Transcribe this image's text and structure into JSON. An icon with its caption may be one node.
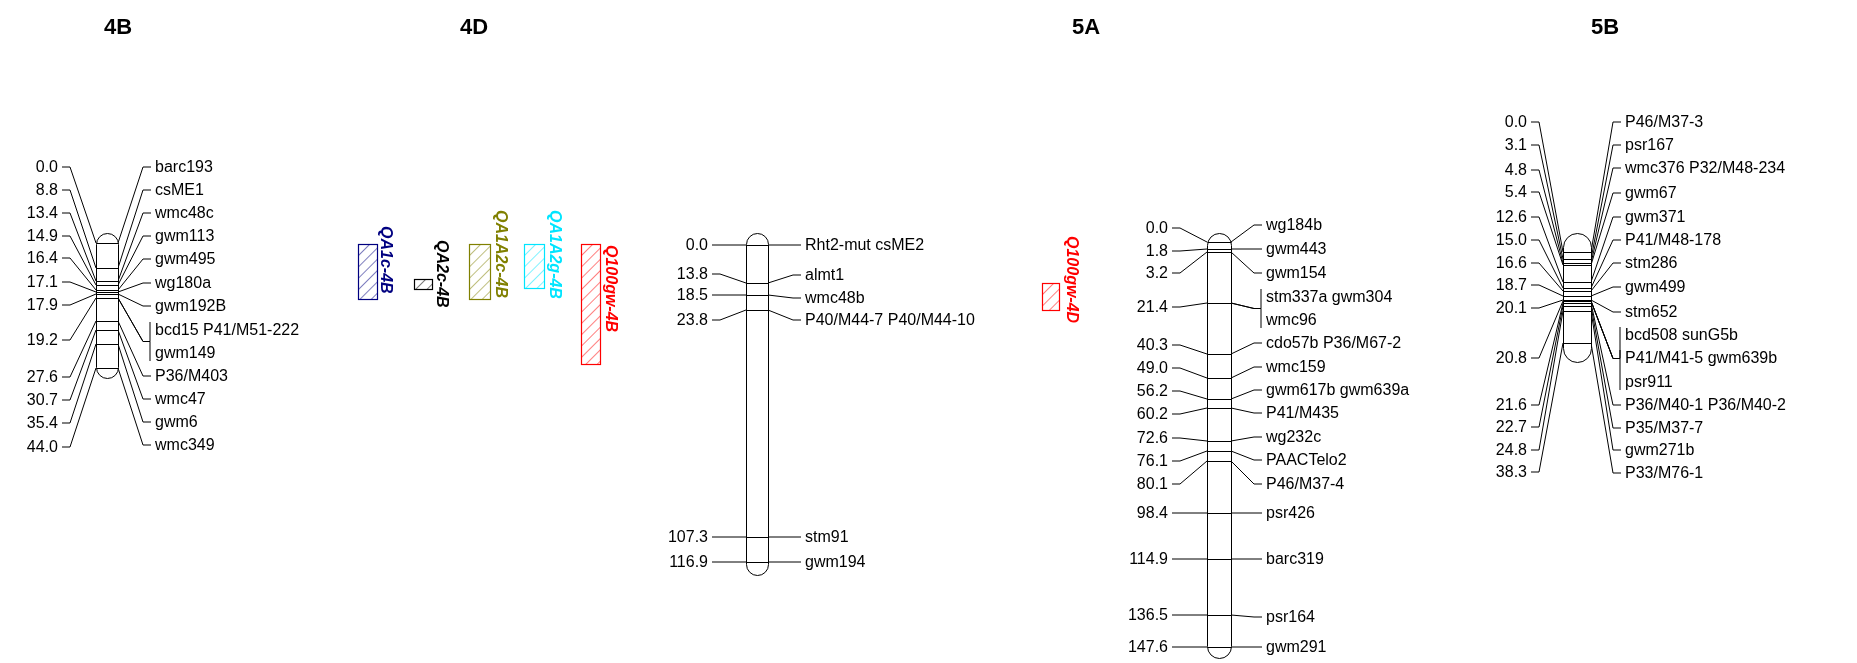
{
  "diagram": {
    "nodes": [
      {
        "text": [],
        "shape": "bar"
      },
      {
        "text": [
          "0.0"
        ]
      },
      {
        "text": [
          "barc193"
        ]
      },
      {
        "text": [
          "8.8"
        ]
      },
      {
        "text": [
          "csME1"
        ]
      },
      {
        "text": [
          "13.4"
        ]
      },
      {
        "text": [
          "wmc48c"
        ]
      },
      {
        "text": [
          "14.9"
        ]
      },
      {
        "text": [
          "gwm113"
        ]
      },
      {
        "text": [
          "16.4"
        ]
      },
      {
        "text": [
          "gwm495"
        ]
      },
      {
        "text": [
          "17.1"
        ]
      },
      {
        "text": [
          "wg180a"
        ]
      },
      {
        "text": [
          "17.9"
        ]
      },
      {
        "text": [
          "gwm192B"
        ]
      },
      {
        "text": [
          "19.2"
        ]
      },
      {
        "text": [
          "bcd15 P41/M51-222"
        ]
      },
      {
        "text": [
          "gwm149"
        ]
      },
      {
        "text": [
          "27.6"
        ]
      },
      {
        "text": [
          "P36/M403"
        ]
      },
      {
        "text": [
          "30.7"
        ]
      },
      {
        "text": [
          "wmc47"
        ]
      },
      {
        "text": [
          "35.4"
        ]
      },
      {
        "text": [
          "gwm6"
        ]
      },
      {
        "text": [
          "44.0"
        ]
      },
      {
        "text": [
          "wmc349"
        ]
      },
      {
        "text": [
          "QA1c-4B"
        ]
      },
      {
        "text": [
          "QA2c-4B"
        ]
      },
      {
        "text": [
          "QA1A2c-4B"
        ]
      },
      {
        "text": [
          "QA1A2g-4B"
        ]
      },
      {
        "text": [
          "Q100gw-4B"
        ]
      },
      {
        "text": [],
        "shape": "bar"
      },
      {
        "text": [
          "0.0"
        ]
      },
      {
        "text": [
          "Rht2-mut csME2"
        ]
      },
      {
        "text": [
          "13.8"
        ]
      },
      {
        "text": [
          "almt1"
        ]
      },
      {
        "text": [
          "18.5"
        ]
      },
      {
        "text": [
          "wmc48b"
        ]
      },
      {
        "text": [
          "23.8"
        ]
      },
      {
        "text": [
          "P40/M44-7 P40/M44-10"
        ]
      },
      {
        "text": [
          "107.3"
        ]
      },
      {
        "text": [
          "stm91"
        ]
      },
      {
        "text": [
          "116.9"
        ]
      },
      {
        "text": [
          "gwm194"
        ]
      },
      {
        "text": [
          "Q100gw-4D"
        ]
      },
      {
        "text": [],
        "shape": "bar"
      },
      {
        "text": [
          "0.0"
        ]
      },
      {
        "text": [
          "wg184b"
        ]
      },
      {
        "text": [
          "1.8"
        ]
      },
      {
        "text": [
          "gwm443"
        ]
      },
      {
        "text": [
          "3.2"
        ]
      },
      {
        "text": [
          "gwm154"
        ]
      },
      {
        "text": [
          "21.4"
        ]
      },
      {
        "text": [
          "stm337a gwm304"
        ]
      },
      {
        "text": [
          "wmc96"
        ]
      },
      {
        "text": [
          "40.3"
        ]
      },
      {
        "text": [
          "cdo57b P36/M67-2"
        ]
      },
      {
        "text": [
          "49.0"
        ]
      },
      {
        "text": [
          "wmc159"
        ]
      },
      {
        "text": [
          "56.2"
        ]
      },
      {
        "text": [
          "gwm617b gwm639a"
        ]
      },
      {
        "text": [
          "60.2"
        ]
      },
      {
        "text": [
          "P41/M435"
        ]
      },
      {
        "text": [
          "72.6"
        ]
      },
      {
        "text": [
          "wg232c"
        ]
      },
      {
        "text": [
          "76.1"
        ]
      },
      {
        "text": [
          "PAACTelo2"
        ]
      },
      {
        "text": [
          "80.1"
        ]
      },
      {
        "text": [
          "P46/M37-4"
        ]
      },
      {
        "text": [
          "98.4"
        ]
      },
      {
        "text": [
          "psr426"
        ]
      },
      {
        "text": [
          "114.9"
        ]
      },
      {
        "text": [
          "barc319"
        ]
      },
      {
        "text": [
          "136.5"
        ]
      },
      {
        "text": [
          "psr164"
        ]
      },
      {
        "text": [
          "147.6"
        ]
      },
      {
        "text": [
          "gwm291"
        ]
      },
      {
        "text": [],
        "shape": "bar"
      },
      {
        "text": [
          "0.0"
        ]
      },
      {
        "text": [
          "P46/M37-3"
        ]
      },
      {
        "text": [
          "3.1"
        ]
      },
      {
        "text": [
          "psr167"
        ]
      },
      {
        "text": [
          "4.8"
        ]
      },
      {
        "text": [
          "wmc376 P32/M48-234"
        ]
      },
      {
        "text": [
          "5.4"
        ]
      },
      {
        "text": [
          "gwm67"
        ]
      },
      {
        "text": [
          "12.6"
        ]
      },
      {
        "text": [
          "gwm371"
        ]
      },
      {
        "text": [
          "15.0"
        ]
      },
      {
        "text": [
          "P41/M48-178"
        ]
      },
      {
        "text": [
          "16.6"
        ]
      },
      {
        "text": [
          "stm286"
        ]
      },
      {
        "text": [
          "18.7"
        ]
      },
      {
        "text": [
          "gwm499"
        ]
      },
      {
        "text": [
          "20.1"
        ]
      },
      {
        "text": [
          "stm652"
        ]
      },
      {
        "text": [
          "20.8"
        ]
      },
      {
        "text": [
          "bcd508 sunG5b"
        ]
      },
      {
        "text": [
          "P41/M41-5 gwm639b"
        ]
      },
      {
        "text": [
          "psr911"
        ]
      },
      {
        "text": [
          "21.6"
        ]
      },
      {
        "text": [
          "P36/M40-1 P36/M40-2"
        ]
      },
      {
        "text": [
          "22.7"
        ]
      },
      {
        "text": [
          "P35/M37-7"
        ]
      },
      {
        "text": [
          "24.8"
        ]
      },
      {
        "text": [
          "gwm271b"
        ]
      },
      {
        "text": [
          "38.3"
        ]
      },
      {
        "text": [
          "P33/M76-1"
        ]
      }
    ],
    "edges": [
      {
        "from": 1,
        "to": 0,
        "arrow": "none"
      },
      {
        "from": 2,
        "to": 0,
        "arrow": "none"
      },
      {
        "from": 3,
        "to": 0,
        "arrow": "none"
      },
      {
        "from": 4,
        "to": 0,
        "arrow": "none"
      },
      {
        "from": 5,
        "to": 0,
        "arrow": "none"
      },
      {
        "from": 6,
        "to": 0,
        "arrow": "none"
      },
      {
        "from": 7,
        "to": 0,
        "arrow": "none"
      },
      {
        "from": 8,
        "to": 0,
        "arrow": "none"
      },
      {
        "from": 9,
        "to": 0,
        "arrow": "none"
      },
      {
        "from": 10,
        "to": 0,
        "arrow": "none"
      },
      {
        "from": 11,
        "to": 0,
        "arrow": "none"
      },
      {
        "from": 12,
        "to": 0,
        "arrow": "none"
      },
      {
        "from": 13,
        "to": 0,
        "arrow": "none"
      },
      {
        "from": 14,
        "to": 0,
        "arrow": "none"
      },
      {
        "from": 15,
        "to": 0,
        "arrow": "none"
      },
      {
        "from": 16,
        "to": 0,
        "arrow": "none"
      },
      {
        "from": 17,
        "to": 0,
        "arrow": "none"
      },
      {
        "from": 18,
        "to": 0,
        "arrow": "none"
      },
      {
        "from": 19,
        "to": 0,
        "arrow": "none"
      },
      {
        "from": 20,
        "to": 0,
        "arrow": "none"
      },
      {
        "from": 21,
        "to": 0,
        "arrow": "none"
      },
      {
        "from": 22,
        "to": 0,
        "arrow": "none"
      },
      {
        "from": 23,
        "to": 0,
        "arrow": "none"
      },
      {
        "from": 24,
        "to": 0,
        "arrow": "none"
      },
      {
        "from": 25,
        "to": 0,
        "arrow": "none"
      },
      {
        "from": 32,
        "to": 31,
        "arrow": "none"
      },
      {
        "from": 33,
        "to": 31,
        "arrow": "none"
      },
      {
        "from": 34,
        "to": 31,
        "arrow": "none"
      },
      {
        "from": 35,
        "to": 31,
        "arrow": "none"
      },
      {
        "from": 36,
        "to": 31,
        "arrow": "none"
      },
      {
        "from": 37,
        "to": 31,
        "arrow": "none"
      },
      {
        "from": 38,
        "to": 31,
        "arrow": "none"
      },
      {
        "from": 39,
        "to": 31,
        "arrow": "none"
      },
      {
        "from": 40,
        "to": 31,
        "arrow": "none"
      },
      {
        "from": 41,
        "to": 31,
        "arrow": "none"
      },
      {
        "from": 42,
        "to": 31,
        "arrow": "none"
      },
      {
        "from": 43,
        "to": 31,
        "arrow": "none"
      },
      {
        "from": 46,
        "to": 45,
        "arrow": "none"
      },
      {
        "from": 47,
        "to": 45,
        "arrow": "none"
      },
      {
        "from": 48,
        "to": 45,
        "arrow": "none"
      },
      {
        "from": 49,
        "to": 45,
        "arrow": "none"
      },
      {
        "from": 50,
        "to": 45,
        "arrow": "none"
      },
      {
        "from": 51,
        "to": 45,
        "arrow": "none"
      },
      {
        "from": 52,
        "to": 45,
        "arrow": "none"
      },
      {
        "from": 53,
        "to": 45,
        "arrow": "none"
      },
      {
        "from": 54,
        "to": 45,
        "arrow": "none"
      },
      {
        "from": 55,
        "to": 45,
        "arrow": "none"
      },
      {
        "from": 56,
        "to": 45,
        "arrow": "none"
      },
      {
        "from": 57,
        "to": 45,
        "arrow": "none"
      },
      {
        "from": 58,
        "to": 45,
        "arrow": "none"
      },
      {
        "from": 59,
        "to": 45,
        "arrow": "none"
      },
      {
        "from": 60,
        "to": 45,
        "arrow": "none"
      },
      {
        "from": 61,
        "to": 45,
        "arrow": "none"
      },
      {
        "from": 62,
        "to": 45,
        "arrow": "none"
      },
      {
        "from": 63,
        "to": 45,
        "arrow": "none"
      },
      {
        "from": 64,
        "to": 45,
        "arrow": "none"
      },
      {
        "from": 65,
        "to": 45,
        "arrow": "none"
      },
      {
        "from": 66,
        "to": 45,
        "arrow": "none"
      },
      {
        "from": 67,
        "to": 45,
        "arrow": "none"
      },
      {
        "from": 68,
        "to": 45,
        "arrow": "none"
      },
      {
        "from": 69,
        "to": 45,
        "arrow": "none"
      },
      {
        "from": 70,
        "to": 45,
        "arrow": "none"
      },
      {
        "from": 71,
        "to": 45,
        "arrow": "none"
      },
      {
        "from": 72,
        "to": 45,
        "arrow": "none"
      },
      {
        "from": 73,
        "to": 45,
        "arrow": "none"
      },
      {
        "from": 74,
        "to": 45,
        "arrow": "none"
      },
      {
        "from": 75,
        "to": 45,
        "arrow": "none"
      },
      {
        "from": 76,
        "to": 45,
        "arrow": "none"
      },
      {
        "from": 78,
        "to": 77,
        "arrow": "none"
      },
      {
        "from": 79,
        "to": 77,
        "arrow": "none"
      },
      {
        "from": 80,
        "to": 77,
        "arrow": "none"
      },
      {
        "from": 81,
        "to": 77,
        "arrow": "none"
      },
      {
        "from": 82,
        "to": 77,
        "arrow": "none"
      },
      {
        "from": 83,
        "to": 77,
        "arrow": "none"
      },
      {
        "from": 84,
        "to": 77,
        "arrow": "none"
      },
      {
        "from": 85,
        "to": 77,
        "arrow": "none"
      },
      {
        "from": 86,
        "to": 77,
        "arrow": "none"
      },
      {
        "from": 87,
        "to": 77,
        "arrow": "none"
      },
      {
        "from": 88,
        "to": 77,
        "arrow": "none"
      },
      {
        "from": 89,
        "to": 77,
        "arrow": "none"
      },
      {
        "from": 90,
        "to": 77,
        "arrow": "none"
      },
      {
        "from": 91,
        "to": 77,
        "arrow": "none"
      },
      {
        "from": 92,
        "to": 77,
        "arrow": "none"
      },
      {
        "from": 93,
        "to": 77,
        "arrow": "none"
      },
      {
        "from": 94,
        "to": 77,
        "arrow": "none"
      },
      {
        "from": 95,
        "to": 77,
        "arrow": "none"
      },
      {
        "from": 96,
        "to": 77,
        "arrow": "none"
      },
      {
        "from": 97,
        "to": 77,
        "arrow": "none"
      },
      {
        "from": 98,
        "to": 77,
        "arrow": "none"
      },
      {
        "from": 99,
        "to": 77,
        "arrow": "none"
      },
      {
        "from": 100,
        "to": 77,
        "arrow": "none"
      },
      {
        "from": 101,
        "to": 77,
        "arrow": "none"
      },
      {
        "from": 102,
        "to": 77,
        "arrow": "none"
      },
      {
        "from": 103,
        "to": 77,
        "arrow": "none"
      },
      {
        "from": 104,
        "to": 77,
        "arrow": "none"
      },
      {
        "from": 105,
        "to": 77,
        "arrow": "none"
      },
      {
        "from": 106,
        "to": 77,
        "arrow": "none"
      },
      {
        "from": 107,
        "to": 77,
        "arrow": "none"
      }
    ],
    "labels": [
      "4B",
      "4D",
      "5A",
      "5B"
    ]
  }
}
